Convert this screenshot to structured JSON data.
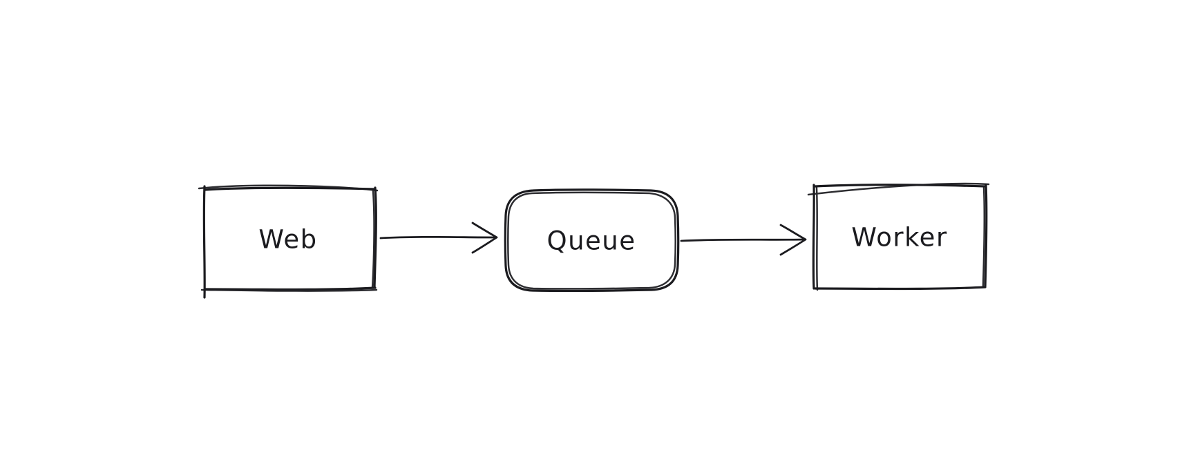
{
  "diagram": {
    "background": "#ffffff",
    "ink": "#1b1b1f",
    "nodes": [
      {
        "id": "web",
        "label": "Web",
        "shape": "rectangle"
      },
      {
        "id": "queue",
        "label": "Queue",
        "shape": "rounded-rectangle"
      },
      {
        "id": "worker",
        "label": "Worker",
        "shape": "rectangle"
      }
    ],
    "edges": [
      {
        "from": "web",
        "to": "queue",
        "style": "arrow-right"
      },
      {
        "from": "queue",
        "to": "worker",
        "style": "arrow-right"
      }
    ]
  }
}
